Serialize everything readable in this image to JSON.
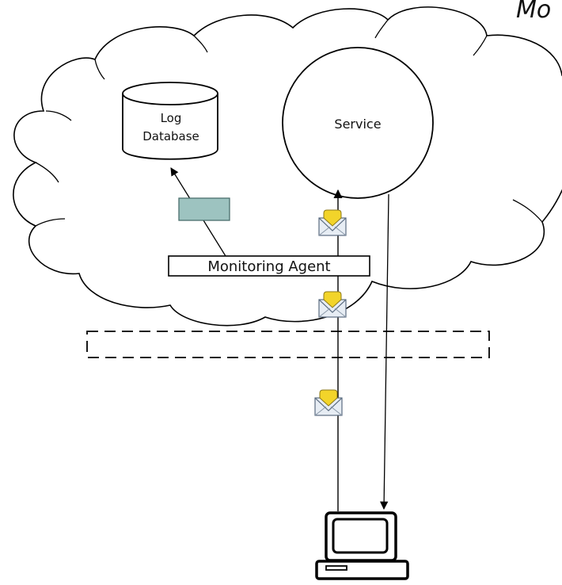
{
  "title": "Mo",
  "log_database": {
    "line1": "Log",
    "line2": "Database"
  },
  "service": {
    "label": "Service"
  },
  "monitoring_agent": {
    "label": "Monitoring Agent"
  },
  "icons": {
    "envelope": "envelope-icon",
    "computer": "computer-icon",
    "database": "database-icon",
    "cloud": "cloud-shape"
  },
  "colors": {
    "log_packet": "#9dc3c0",
    "envelope_flap": "#f2d42a",
    "line": "#000000"
  }
}
